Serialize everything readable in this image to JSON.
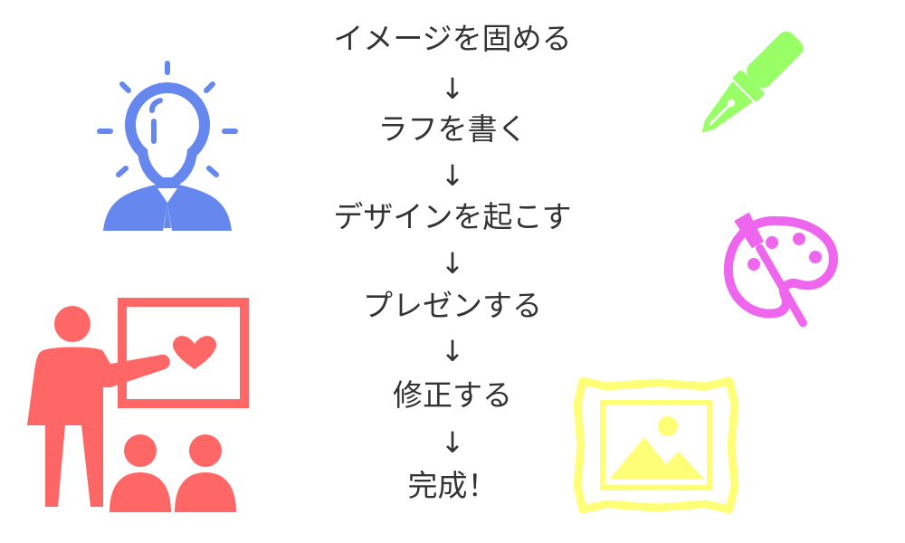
{
  "flow": {
    "steps": [
      "イメージを固める",
      "ラフを書く",
      "デザインを起こす",
      "プレゼンする",
      "修正する",
      "完成！"
    ],
    "arrow": "↓"
  },
  "colors": {
    "text": "#333333",
    "idea": "#6688ee",
    "pen": "#99ff66",
    "palette": "#ee66ee",
    "presenter": "#ff6666",
    "frame": "#ffff77"
  },
  "icons": {
    "idea": "idea-person-icon",
    "pen": "fountain-pen-icon",
    "palette": "paint-palette-icon",
    "presenter": "presentation-audience-icon",
    "frame": "picture-frame-icon"
  }
}
